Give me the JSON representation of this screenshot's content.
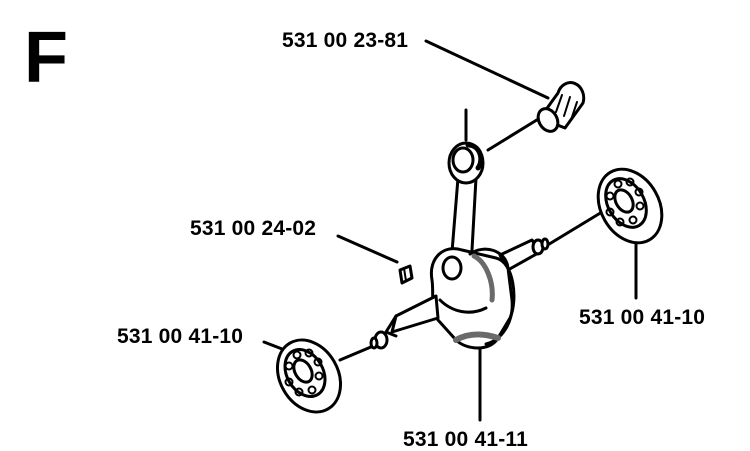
{
  "section": {
    "letter": "F"
  },
  "parts": [
    {
      "number": "531 00 23-81"
    },
    {
      "number": "531 00 24-02"
    },
    {
      "number": "531 00 41-10"
    },
    {
      "number": "531 00 41-10"
    },
    {
      "number": "531 00 41-11"
    }
  ],
  "colors": {
    "ink": "#000000",
    "paper": "#ffffff",
    "shade": "#6a6a6a"
  }
}
